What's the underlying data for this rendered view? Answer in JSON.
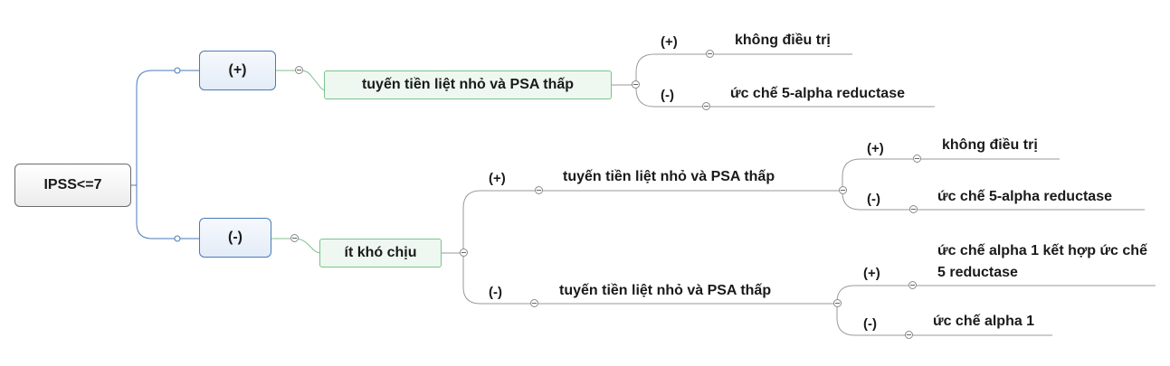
{
  "root": {
    "label": "IPSS<=7"
  },
  "branches": {
    "plus": {
      "label": "(+)",
      "node": "tuyến tiền liệt nhỏ và PSA thấp",
      "children": [
        {
          "sign": "(+)",
          "label": "không điều trị"
        },
        {
          "sign": "(-)",
          "label": "ức chế 5-alpha reductase"
        }
      ]
    },
    "minus": {
      "label": "(-)",
      "node": "ít khó chịu",
      "children": [
        {
          "sign": "(+)",
          "label": "tuyến tiền liệt nhỏ và PSA thấp",
          "children": [
            {
              "sign": "(+)",
              "label": "không điều trị"
            },
            {
              "sign": "(-)",
              "label": "ức chế 5-alpha reductase"
            }
          ]
        },
        {
          "sign": "(-)",
          "label": "tuyến tiền liệt nhỏ và PSA thấp",
          "children": [
            {
              "sign": "(+)",
              "label": "ức chế alpha 1 kết hợp ức chế 5 reductase"
            },
            {
              "sign": "(-)",
              "label": "ức chế alpha 1"
            }
          ]
        }
      ]
    }
  }
}
